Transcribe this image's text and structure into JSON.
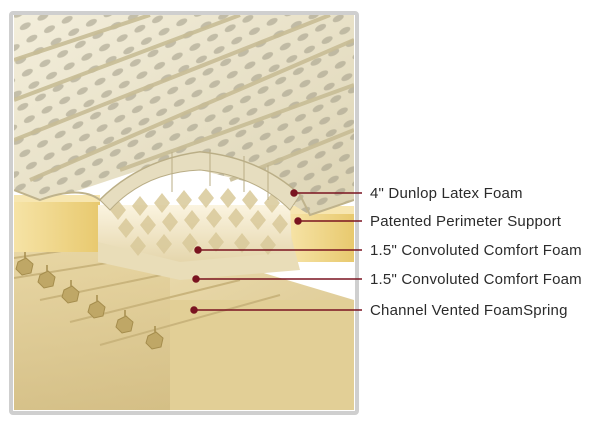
{
  "diagram": {
    "colors": {
      "leader": "#7a1420",
      "latex_top": "#ece6cf",
      "latex_side": "#e6dec2",
      "perimeter": "#f2d98f",
      "convoluted": "#efe4c8",
      "foam_base": "#e7d7a8",
      "frame": "#cfcfcf"
    },
    "labels": [
      {
        "id": "dunlop-latex",
        "text": "4\" Dunlop Latex Foam"
      },
      {
        "id": "perimeter-support",
        "text": "Patented Perimeter Support"
      },
      {
        "id": "convoluted-1",
        "text": "1.5\" Convoluted Comfort Foam"
      },
      {
        "id": "convoluted-2",
        "text": "1.5\" Convoluted Comfort Foam"
      },
      {
        "id": "foamspring",
        "text": "Channel Vented FoamSpring"
      }
    ]
  }
}
